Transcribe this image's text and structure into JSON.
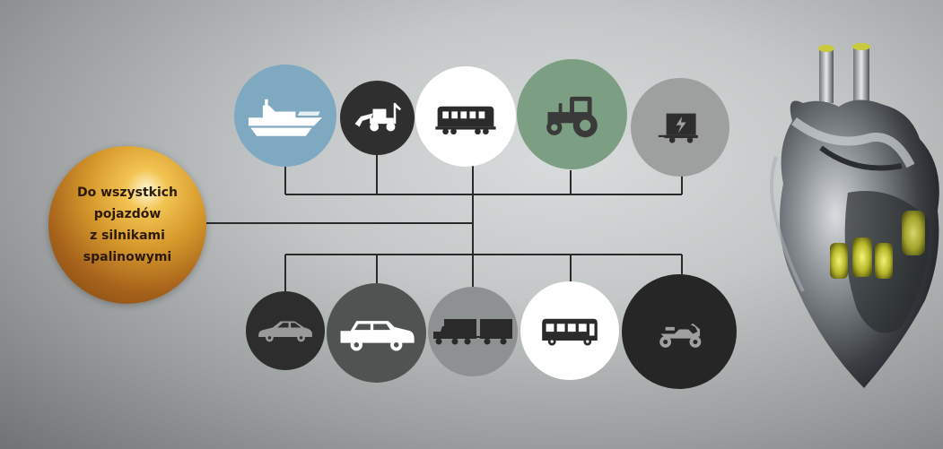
{
  "diagram": {
    "root": {
      "lines": [
        "Do wszystkich",
        "pojazdów",
        "z silnikami",
        "spalinowymi"
      ]
    },
    "top_nodes": [
      {
        "icon": "boat-icon",
        "bg": "#7fa9c0",
        "fg": "#ffffff"
      },
      {
        "icon": "excavator-icon",
        "bg": "#2f2f2f",
        "fg": "#ffffff"
      },
      {
        "icon": "train-car-icon",
        "bg": "#ffffff",
        "fg": "#2b2b2b"
      },
      {
        "icon": "tractor-icon",
        "bg": "#7c9e82",
        "fg": "#3a3a3a"
      },
      {
        "icon": "generator-trailer-icon",
        "bg": "#9ea0a0",
        "fg": "#2e2e2e"
      }
    ],
    "bottom_nodes": [
      {
        "icon": "car-icon",
        "bg": "#2d2d2d",
        "fg": "#9a9a9a"
      },
      {
        "icon": "suv-icon",
        "bg": "#4f5453",
        "fg": "#ffffff"
      },
      {
        "icon": "truck-trailer-icon",
        "bg": "#8d9191",
        "fg": "#2a2a2a"
      },
      {
        "icon": "bus-icon",
        "bg": "#ffffff",
        "fg": "#2b2b2b"
      },
      {
        "icon": "motorcycle-icon",
        "bg": "#262626",
        "fg": "#a0a0a0"
      }
    ],
    "connector_color": "#2a2a2a",
    "illustration": {
      "icon": "mechanical-heart-icon"
    }
  }
}
